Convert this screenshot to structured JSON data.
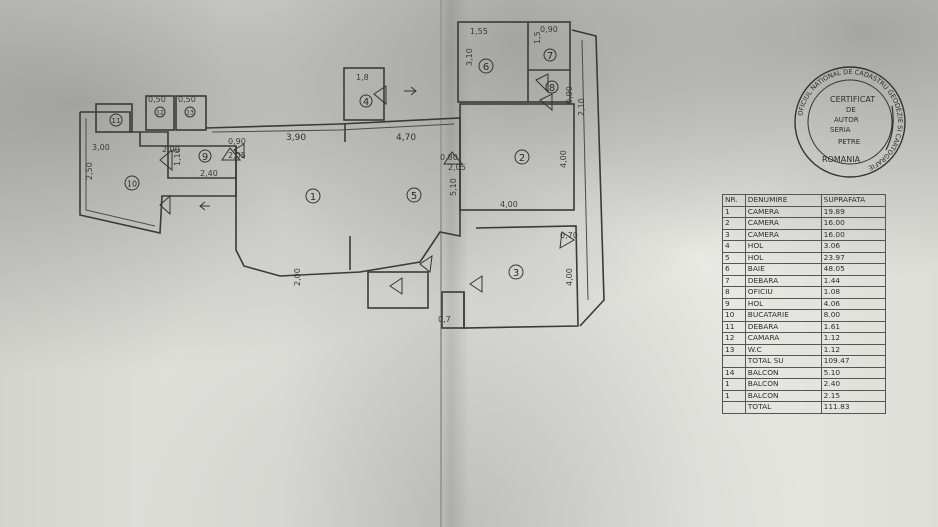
{
  "rooms": [
    {
      "num": "1"
    },
    {
      "num": "2"
    },
    {
      "num": "3"
    },
    {
      "num": "4"
    },
    {
      "num": "5"
    },
    {
      "num": "6"
    },
    {
      "num": "7"
    },
    {
      "num": "8"
    },
    {
      "num": "9"
    },
    {
      "num": "10"
    },
    {
      "num": "11"
    },
    {
      "num": "12"
    },
    {
      "num": "13"
    }
  ],
  "dimensions": {
    "d1": "3,90",
    "d2": "4,70",
    "d3": "3,00",
    "d4": "2,50",
    "d5": "2,40",
    "d6": "1,55",
    "d7": "0,90",
    "d8": "3,10",
    "d9": "1,5",
    "d10": "1,8",
    "d11": "4,00",
    "d12": "5,10",
    "d13": "4,00",
    "d14": "4,00",
    "d15": "2,00",
    "d16": "0,90",
    "d17": "0,70",
    "d18": "0,80",
    "d19": "0,90",
    "d20": "2,05",
    "d21": "2,00",
    "d22": "0,50",
    "d23": "0,50",
    "d24": "1,10",
    "d25": "2,05",
    "d26": "2,10",
    "d27": "0,7"
  },
  "stamp": {
    "ring_text": "OFICIUL NATIONAL DE CADASTRU GEODEZIE SI CARTOGRAFIE",
    "l1": "CERTIFICAT",
    "l2": "DE",
    "l3": "AUTOR",
    "l4": "SERIA",
    "l5": "PETRE",
    "l6": "ROMANIA"
  },
  "table": {
    "headers": [
      "NR.",
      "DENUMIRE",
      "SUPRAFATA"
    ],
    "rows": [
      [
        "1",
        "CAMERA",
        "19.89"
      ],
      [
        "2",
        "CAMERA",
        "16.00"
      ],
      [
        "3",
        "CAMERA",
        "16.00"
      ],
      [
        "4",
        "HOL",
        "3.06"
      ],
      [
        "5",
        "HOL",
        "23.97"
      ],
      [
        "6",
        "BAIE",
        "48.05"
      ],
      [
        "7",
        "DEBARA",
        "1.44"
      ],
      [
        "8",
        "OFICIU",
        "1.08"
      ],
      [
        "9",
        "HOL",
        "4.06"
      ],
      [
        "10",
        "BUCATARIE",
        "8.00"
      ],
      [
        "11",
        "DEBARA",
        "1.61"
      ],
      [
        "12",
        "CAMARA",
        "1.12"
      ],
      [
        "13",
        "W.C",
        "1.12"
      ],
      [
        "",
        "TOTAL SU",
        "109.47"
      ],
      [
        "14",
        "BALCON",
        "5.10"
      ],
      [
        "1",
        "BALCON",
        "2.40"
      ],
      [
        "1",
        "BALCON",
        "2.15"
      ],
      [
        "",
        "TOTAL",
        "111.83"
      ]
    ]
  }
}
